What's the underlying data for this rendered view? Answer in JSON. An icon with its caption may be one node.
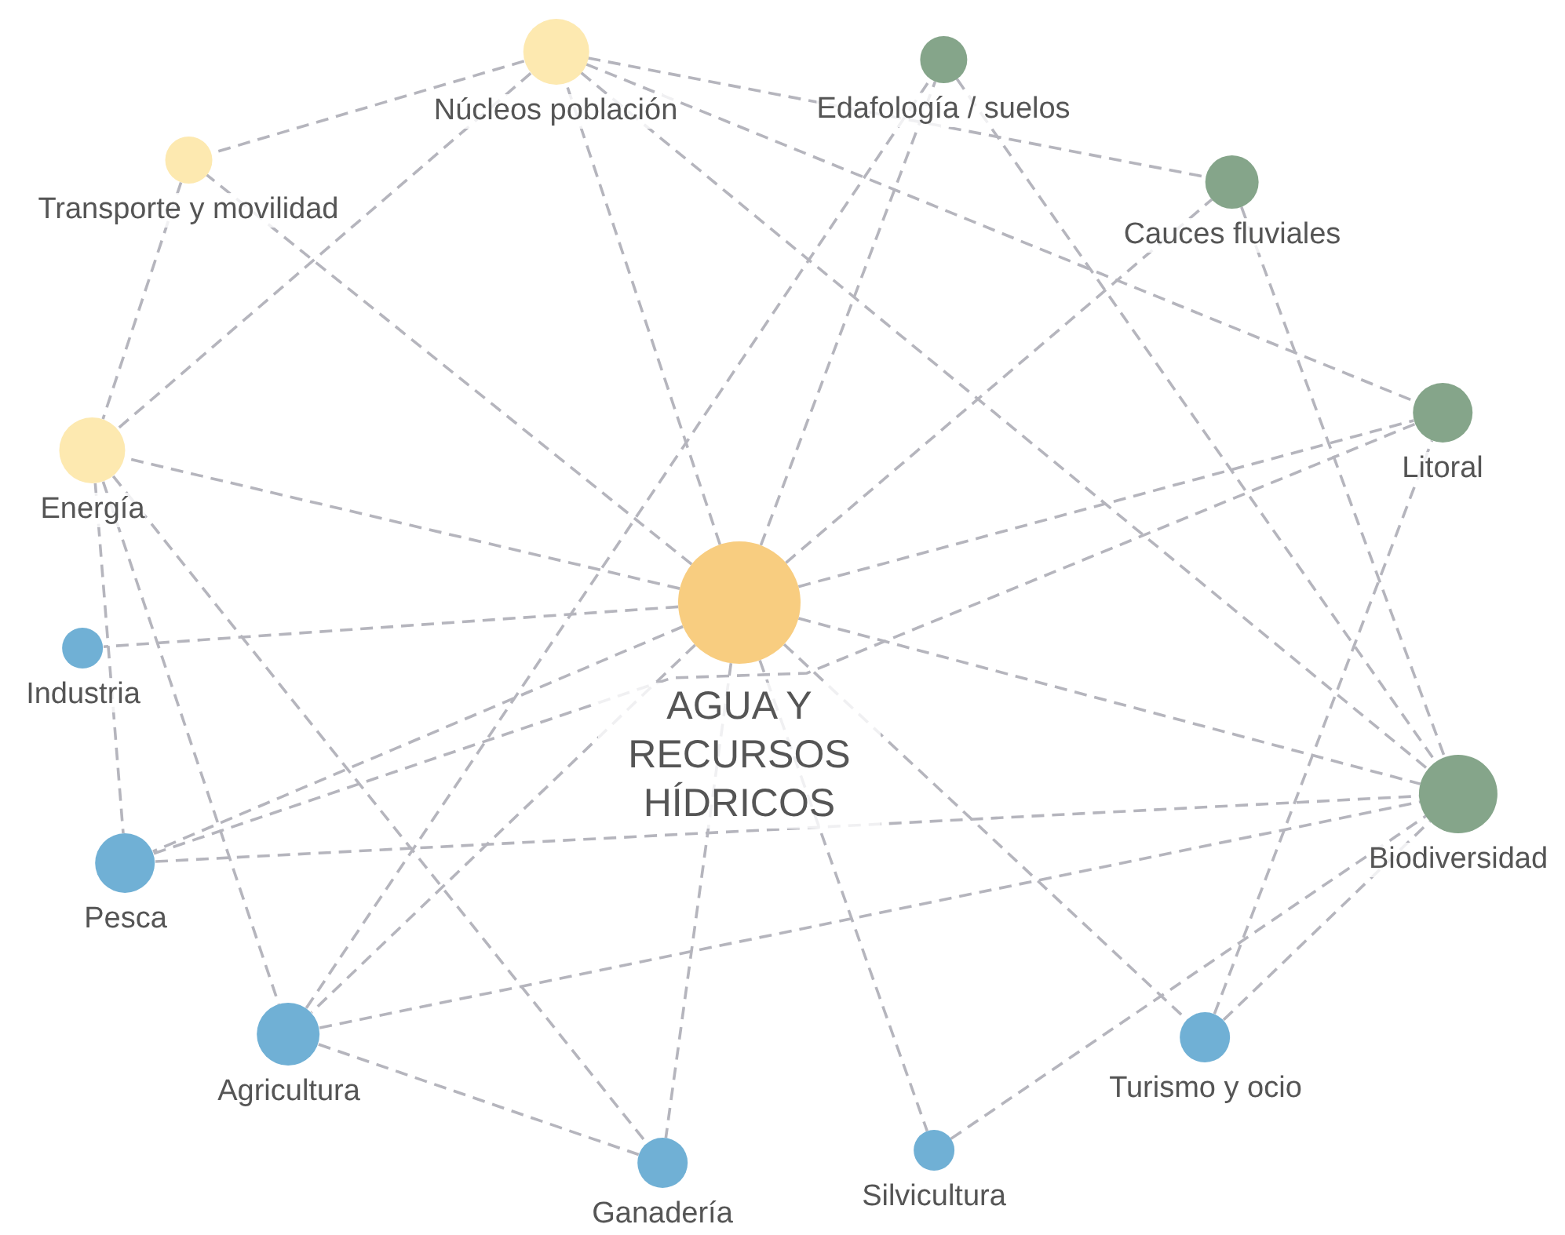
{
  "diagram": {
    "nodes": [
      {
        "text": [],
        "shape": "circle",
        "beside": [
          "AGUA Y RECURSOS HÍDRICOS"
        ]
      },
      {
        "text": [],
        "shape": "circle",
        "beside": [
          "Núcleos población"
        ]
      },
      {
        "text": [],
        "shape": "circle",
        "beside": [
          "Transporte y movilidad"
        ]
      },
      {
        "text": [],
        "shape": "circle",
        "beside": [
          "Energía"
        ]
      },
      {
        "text": [],
        "shape": "circle",
        "beside": [
          "Industria"
        ]
      },
      {
        "text": [],
        "shape": "circle",
        "beside": [
          "Pesca"
        ]
      },
      {
        "text": [],
        "shape": "circle",
        "beside": [
          "Agricultura"
        ]
      },
      {
        "text": [],
        "shape": "circle",
        "beside": [
          "Ganadería"
        ]
      },
      {
        "text": [],
        "shape": "circle",
        "beside": [
          "Silvicultura"
        ]
      },
      {
        "text": [],
        "shape": "circle",
        "beside": [
          "Turismo y ocio"
        ]
      },
      {
        "text": [],
        "shape": "circle",
        "beside": [
          "Biodiversidad"
        ]
      },
      {
        "text": [],
        "shape": "circle",
        "beside": [
          "Litoral"
        ]
      },
      {
        "text": [],
        "shape": "circle",
        "beside": [
          "Cauces fluviales"
        ]
      },
      {
        "text": [],
        "shape": "circle",
        "beside": [
          "Edafología / suelos"
        ]
      }
    ],
    "edges": [
      {
        "from": 0,
        "to": 1,
        "arrow": "none"
      },
      {
        "from": 0,
        "to": 2,
        "arrow": "none"
      },
      {
        "from": 0,
        "to": 3,
        "arrow": "none"
      },
      {
        "from": 0,
        "to": 4,
        "arrow": "none"
      },
      {
        "from": 0,
        "to": 5,
        "arrow": "none"
      },
      {
        "from": 0,
        "to": 6,
        "arrow": "none"
      },
      {
        "from": 0,
        "to": 7,
        "arrow": "none"
      },
      {
        "from": 0,
        "to": 8,
        "arrow": "none"
      },
      {
        "from": 0,
        "to": 9,
        "arrow": "none"
      },
      {
        "from": 0,
        "to": 10,
        "arrow": "none"
      },
      {
        "from": 0,
        "to": 11,
        "arrow": "none"
      },
      {
        "from": 0,
        "to": 12,
        "arrow": "none"
      },
      {
        "from": 0,
        "to": 13,
        "arrow": "none"
      },
      {
        "from": 1,
        "to": 2,
        "arrow": "none"
      },
      {
        "from": 1,
        "to": 3,
        "arrow": "none"
      },
      {
        "from": 1,
        "to": 12,
        "arrow": "none"
      },
      {
        "from": 1,
        "to": 11,
        "arrow": "none"
      },
      {
        "from": 1,
        "to": 10,
        "arrow": "none"
      },
      {
        "from": 2,
        "to": 3,
        "arrow": "none"
      },
      {
        "from": 3,
        "to": 5,
        "arrow": "none"
      },
      {
        "from": 3,
        "to": 6,
        "arrow": "none"
      },
      {
        "from": 3,
        "to": 7,
        "arrow": "none"
      },
      {
        "from": 5,
        "to": 11,
        "arrow": "none"
      },
      {
        "from": 5,
        "to": 10,
        "arrow": "none"
      },
      {
        "from": 6,
        "to": 13,
        "arrow": "none"
      },
      {
        "from": 6,
        "to": 10,
        "arrow": "none"
      },
      {
        "from": 6,
        "to": 7,
        "arrow": "none"
      },
      {
        "from": 8,
        "to": 10,
        "arrow": "none"
      },
      {
        "from": 9,
        "to": 11,
        "arrow": "none"
      },
      {
        "from": 9,
        "to": 10,
        "arrow": "none"
      },
      {
        "from": 12,
        "to": 10,
        "arrow": "none"
      },
      {
        "from": 13,
        "to": 10,
        "arrow": "none"
      }
    ]
  }
}
